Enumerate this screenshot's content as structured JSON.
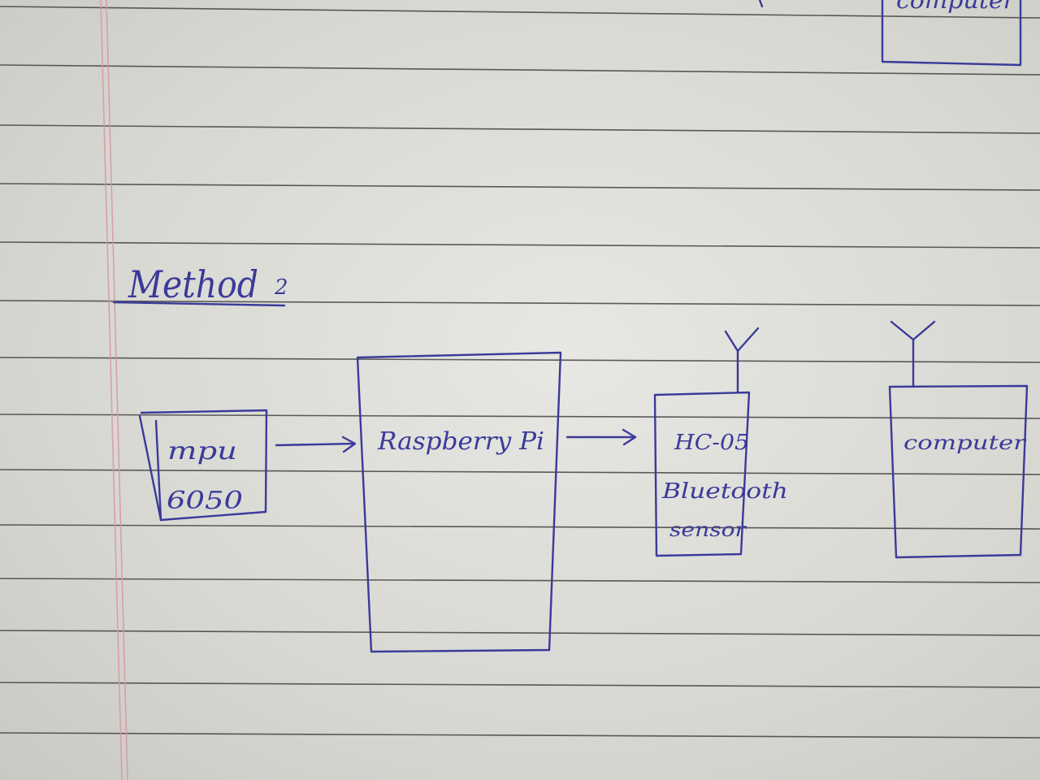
{
  "diagram": {
    "heading": "Method 2",
    "heading_suffix": "2",
    "heading_word": "Method",
    "top_fragment": "computer",
    "nodes": [
      {
        "id": "mpu",
        "lines": [
          "mpu",
          "6050"
        ]
      },
      {
        "id": "raspberry",
        "lines": [
          "Raspberry Pi"
        ]
      },
      {
        "id": "hc05",
        "lines": [
          "HC-05",
          "Bluetooth",
          "sensor"
        ]
      },
      {
        "id": "computer",
        "lines": [
          "computer"
        ]
      }
    ],
    "edges": [
      {
        "from": "mpu",
        "to": "raspberry"
      },
      {
        "from": "raspberry",
        "to": "hc05"
      }
    ]
  },
  "colors": {
    "ink": "#3a3a9a",
    "paper": "#e3e3de",
    "rule": "#3c3c3c",
    "margin": "#d79aa6"
  }
}
